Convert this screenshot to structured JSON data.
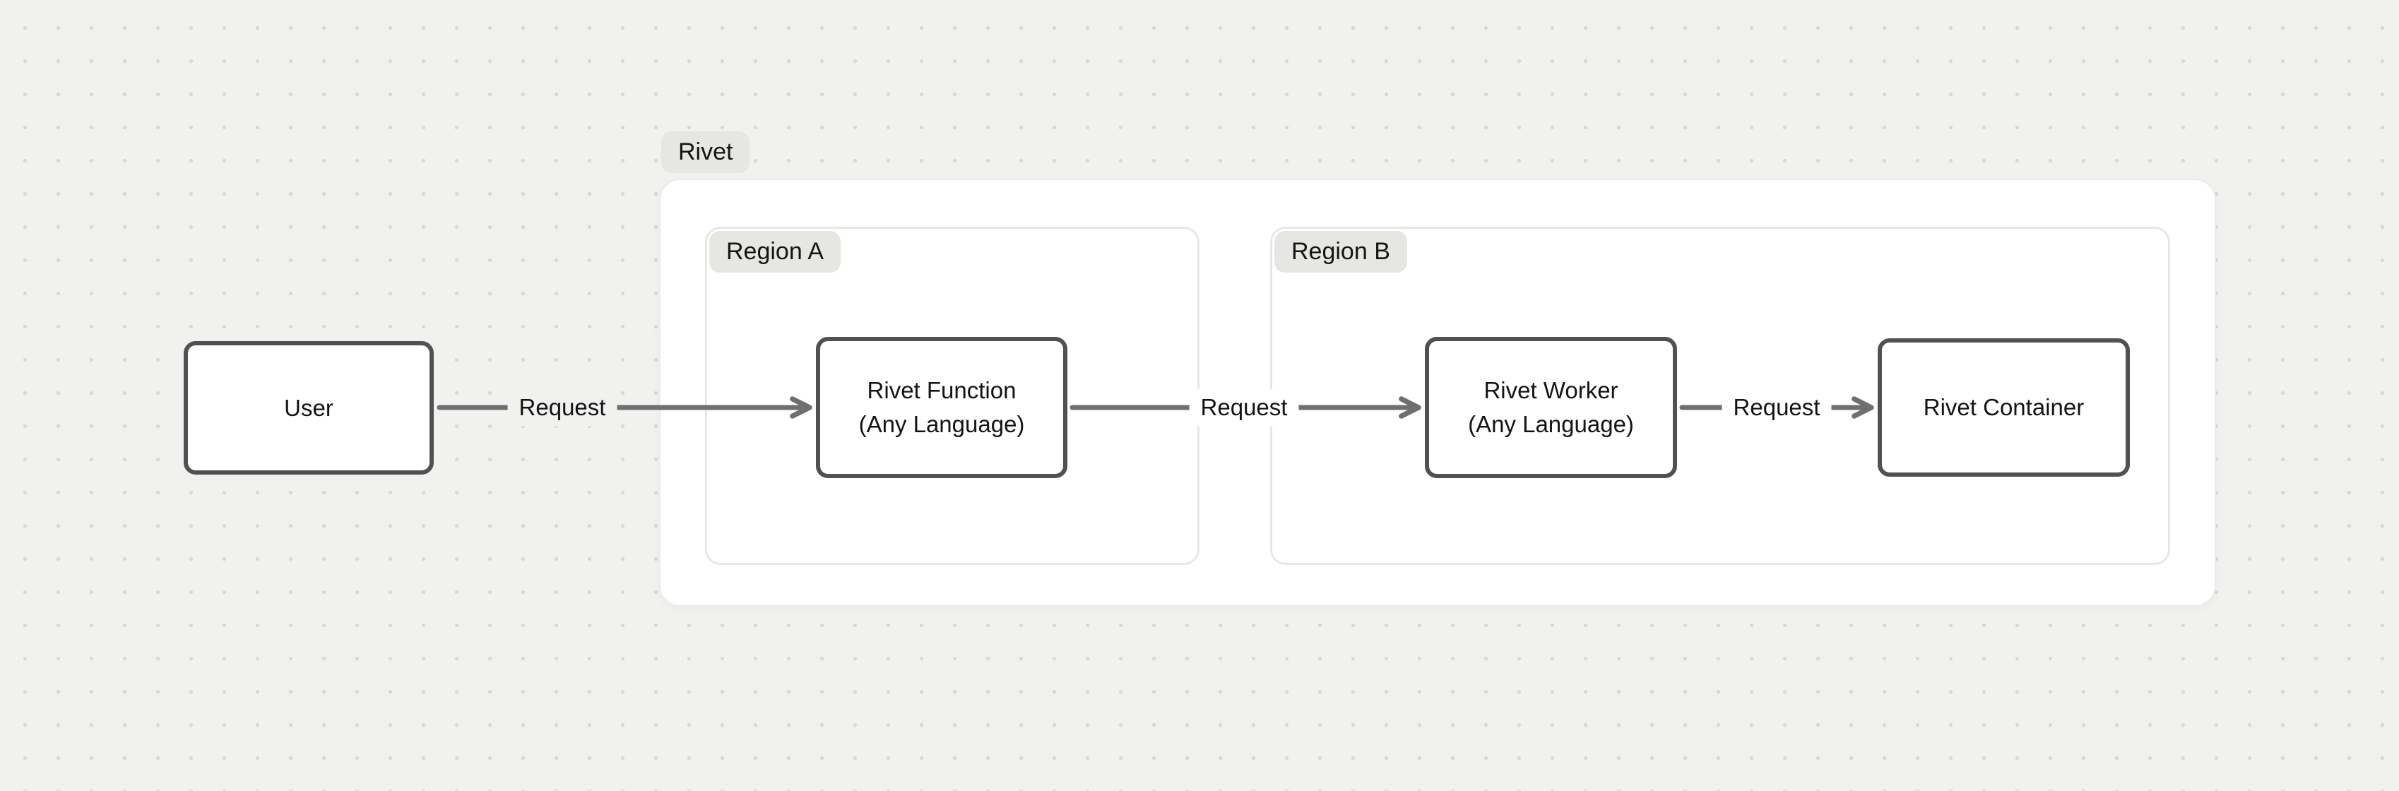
{
  "diagram": {
    "group": {
      "label": "Rivet"
    },
    "regions": [
      {
        "label": "Region A"
      },
      {
        "label": "Region B"
      }
    ],
    "nodes": {
      "user": {
        "label": "User"
      },
      "rivet_function": {
        "label": "Rivet Function\n(Any Language)"
      },
      "rivet_worker": {
        "label": "Rivet Worker\n(Any Language)"
      },
      "rivet_container": {
        "label": "Rivet Container"
      }
    },
    "edges": [
      {
        "from": "user",
        "to": "rivet_function",
        "label": "Request"
      },
      {
        "from": "rivet_function",
        "to": "rivet_worker",
        "label": "Request"
      },
      {
        "from": "rivet_worker",
        "to": "rivet_container",
        "label": "Request"
      }
    ],
    "colors": {
      "canvas_bg": "#f1f1ef",
      "canvas_dot": "#d8d8d4",
      "group_bg": "#ffffff",
      "region_border": "#e7e7e5",
      "node_border": "#515151",
      "node_bg": "#ffffff",
      "arrow": "#6f6f6f",
      "pill_bg": "#e6e6e3",
      "text": "#141414"
    }
  }
}
